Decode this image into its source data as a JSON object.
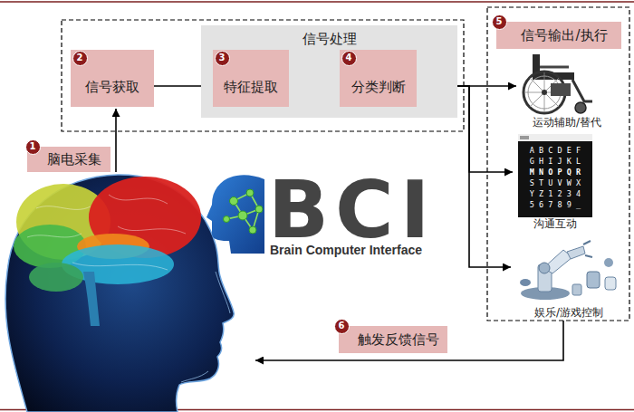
{
  "diagram": {
    "nodes": [
      {
        "text": [
          "脑电采集"
        ]
      },
      {
        "text": [
          "信号获取"
        ]
      },
      {
        "text": [
          "信号处理"
        ]
      },
      {
        "text": [
          "特征提取"
        ],
        "in": 2
      },
      {
        "text": [
          "分类判断"
        ],
        "in": 2
      },
      {
        "text": [
          "信号输出/执行"
        ]
      },
      {
        "text": [
          "运动辅助/替代"
        ]
      },
      {
        "text": [
          "沟通互动"
        ]
      },
      {
        "text": [
          "娱乐/游戏控制"
        ]
      },
      {
        "text": [
          "触发反馈信号"
        ]
      }
    ],
    "edges": [
      {
        "from": 1,
        "to": 3,
        "arrow": "to"
      },
      {
        "from": 3,
        "to": 4,
        "arrow": "to"
      },
      {
        "from": 4,
        "to": 6,
        "arrow": "to"
      },
      {
        "from": 4,
        "to": 7,
        "arrow": "to"
      },
      {
        "from": 4,
        "to": 8,
        "arrow": "to"
      }
    ],
    "labels": [
      "1",
      "2",
      "3",
      "4",
      "5",
      "6",
      "BCI",
      "Brain Computer Interface",
      "A B C D E F",
      "G H I J K L",
      "M N O P Q R",
      "S T U V W X",
      "Y Z 1 2 3 4",
      "5 6 7 8 9 _"
    ]
  }
}
